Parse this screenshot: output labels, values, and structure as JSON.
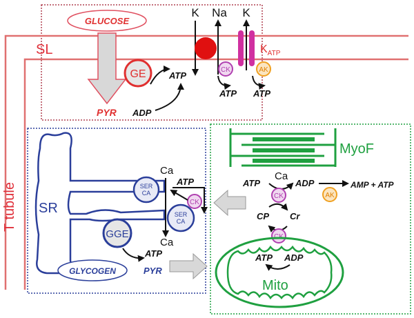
{
  "labels": {
    "glucose": "GLUCOSE",
    "sl": "SL",
    "ge": "GE",
    "pyr_top": "PYR",
    "adp_top": "ADP",
    "atp_ge": "ATP",
    "k_left": "K",
    "na": "Na",
    "k_right": "K",
    "k_atp_main": "K",
    "k_atp_sub": "ATP",
    "ck_sl": "CK",
    "ak_sl": "AK",
    "atp_ck_sl": "ATP",
    "atp_ak_sl": "ATP",
    "t_tubule": "T tubule",
    "sr": "SR",
    "ca_top": "Ca",
    "atp_serca": "ATP",
    "serca_top": [
      "SER",
      "CA"
    ],
    "serca_bottom": [
      "SER",
      "CA"
    ],
    "ck_sr": "CK",
    "ca_bottom": "Ca",
    "gge": "GGE",
    "atp_gly": "ATP",
    "glycogen": "GLYCOGEN",
    "pyr_bottom": "PYR",
    "myof": "MyoF",
    "atp_myof": "ATP",
    "ca_myof": "Ca",
    "adp_myof": "ADP",
    "ck_myof": "CK",
    "ak_myof": "AK",
    "amp_atp": "AMP + ATP",
    "cp": "CP",
    "cr": "Cr",
    "ck_mito": "CK",
    "atp_mito": "ATP",
    "adp_mito": "ADP",
    "mito": "Mito"
  },
  "colors": {
    "sl_red": "#e0303a",
    "sl_line": "#e07070",
    "glyco_red": "#e03030",
    "sr_blue": "#2a3e9a",
    "myof_green": "#1fa040",
    "ck_purple": "#b040b0",
    "ak_orange": "#f0a020",
    "channel_magenta": "#d030a0",
    "arrow_gray": "#c8c8c8"
  }
}
